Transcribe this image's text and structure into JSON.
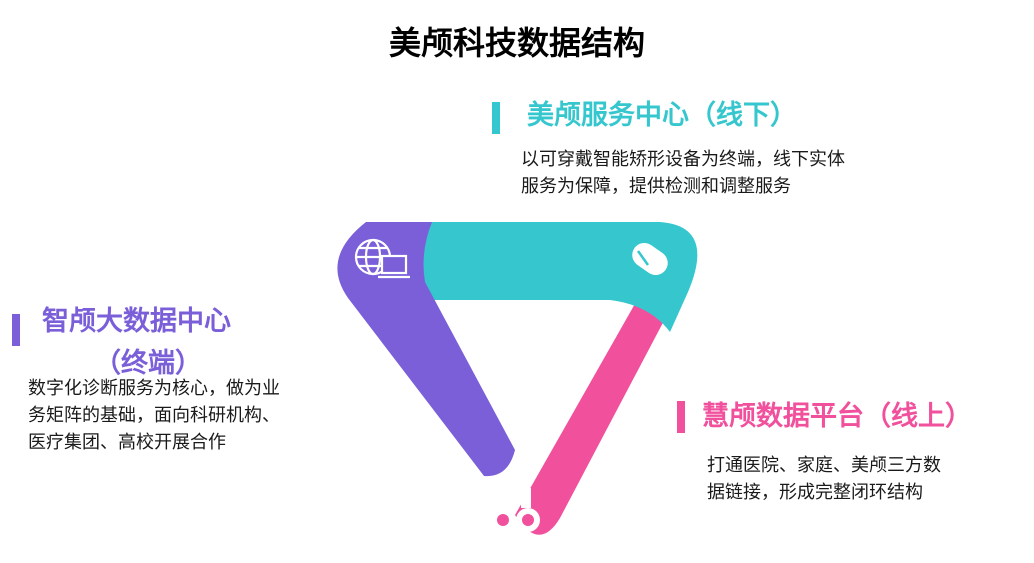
{
  "title": "美颅科技数据结构",
  "colors": {
    "teal": "#36C7CE",
    "purple": "#7A5FD9",
    "pink": "#F0509C",
    "white": "#ffffff"
  },
  "sections": {
    "top": {
      "heading": "美颅服务中心（线下）",
      "desc_line1": "以可穿戴智能矫形设备为终端，线下实体",
      "desc_line2": "服务为保障，提供检测和调整服务",
      "icon": "mouse-icon"
    },
    "left": {
      "heading_line1": "智颅大数据中心",
      "heading_line2": "（终端）",
      "desc_line1": "数字化诊断服务为核心，做为业",
      "desc_line2": "务矩阵的基础，面向科研机构、",
      "desc_line3": "医疗集团、高校开展合作",
      "icon": "globe-laptop-icon"
    },
    "right": {
      "heading": "慧颅数据平台（线上）",
      "desc_line1": "打通医院、家庭、美颅三方数",
      "desc_line2": "据链接，形成完整闭环结构",
      "icon": "binoculars-icon"
    }
  }
}
